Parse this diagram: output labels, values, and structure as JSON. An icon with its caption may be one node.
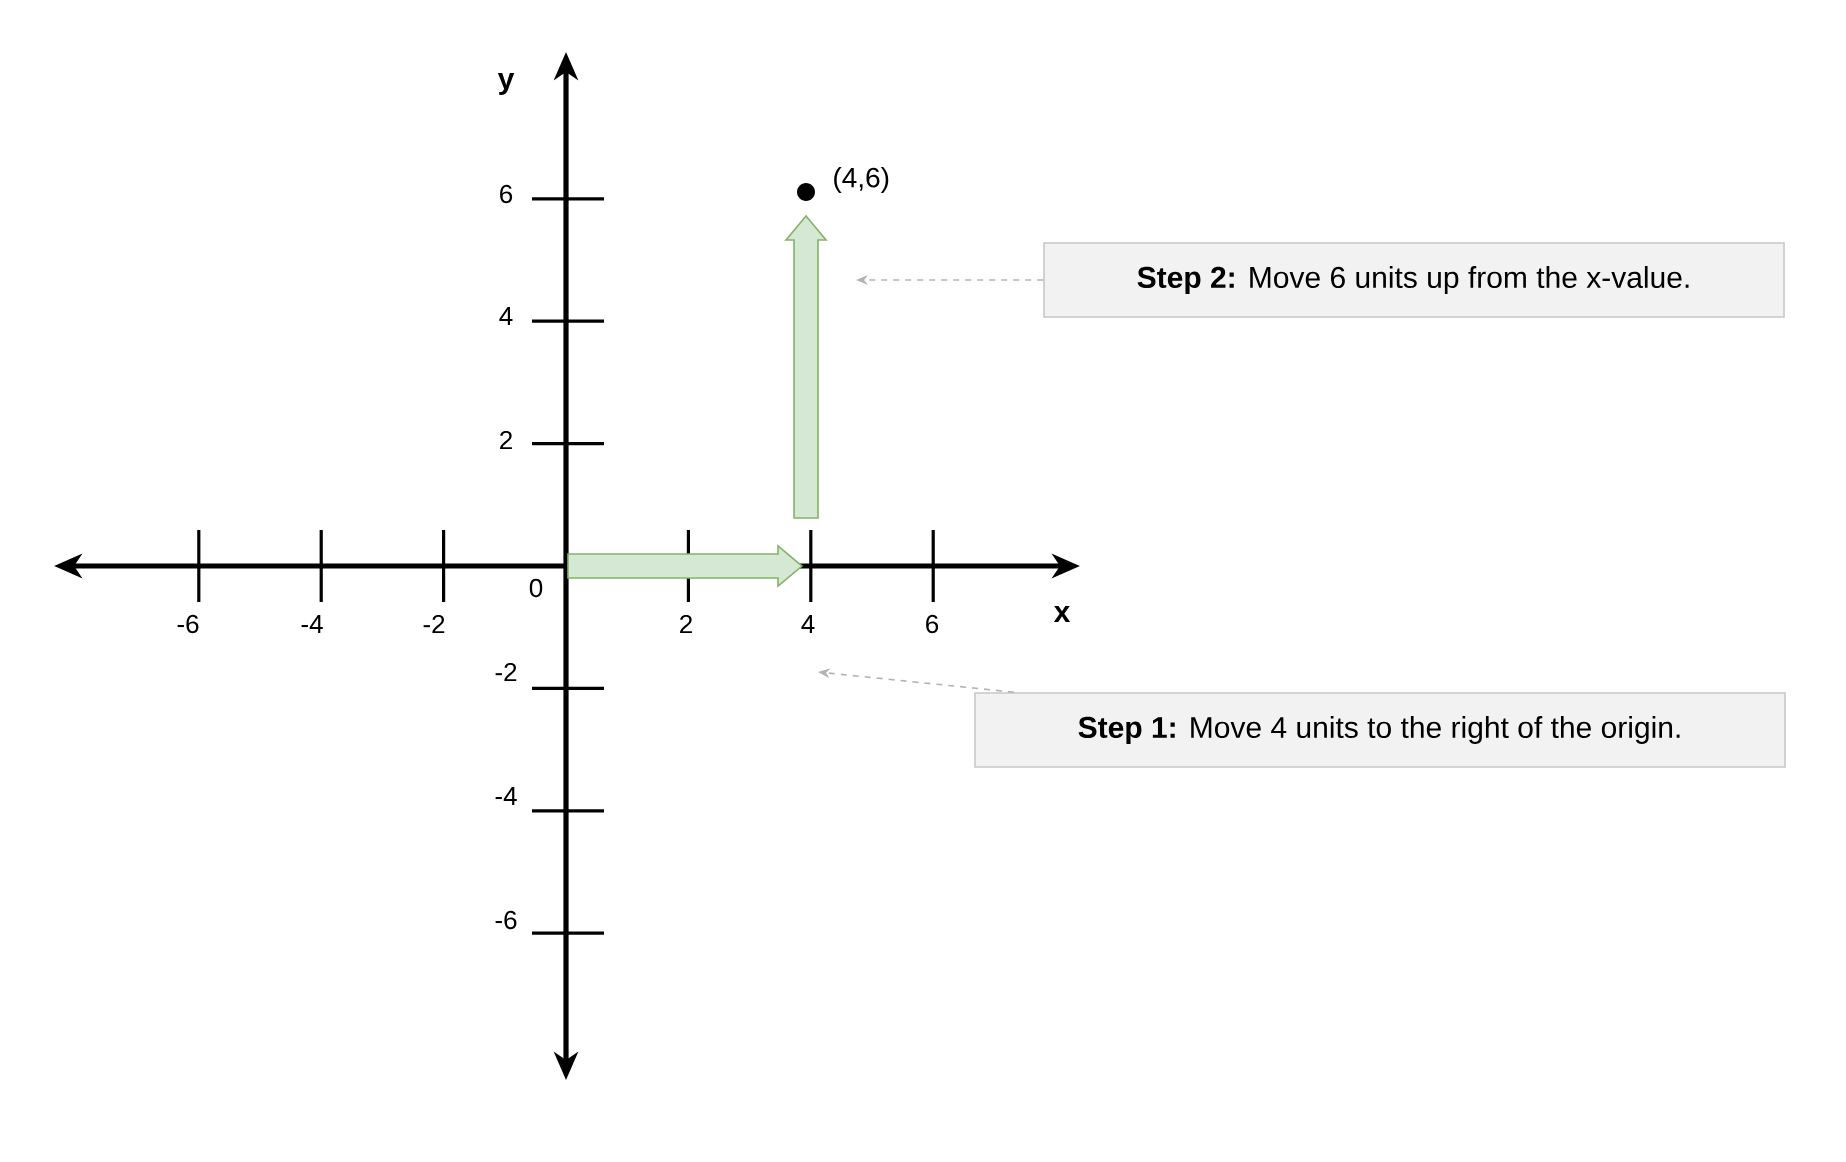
{
  "diagram": {
    "nodes": [
      {
        "text": [
          "**Step 2:** Move 6 units up from the x-value."
        ]
      },
      {
        "text": [
          "**Step 1:** Move 4 units to the right of the origin."
        ]
      }
    ],
    "edges": [
      {
        "from": 0,
        "to": null,
        "arrow": "to",
        "style": "dashed",
        "color": "#b3b3b3"
      },
      {
        "from": 1,
        "to": null,
        "arrow": "to",
        "style": "dashed",
        "color": "#b3b3b3"
      }
    ],
    "labels": [
      "y",
      "6",
      "(4,6)",
      "4",
      "2",
      "0",
      "-6",
      "-4",
      "-2",
      "2",
      "4",
      "6",
      "x",
      "-2",
      "-4",
      "-6"
    ]
  }
}
